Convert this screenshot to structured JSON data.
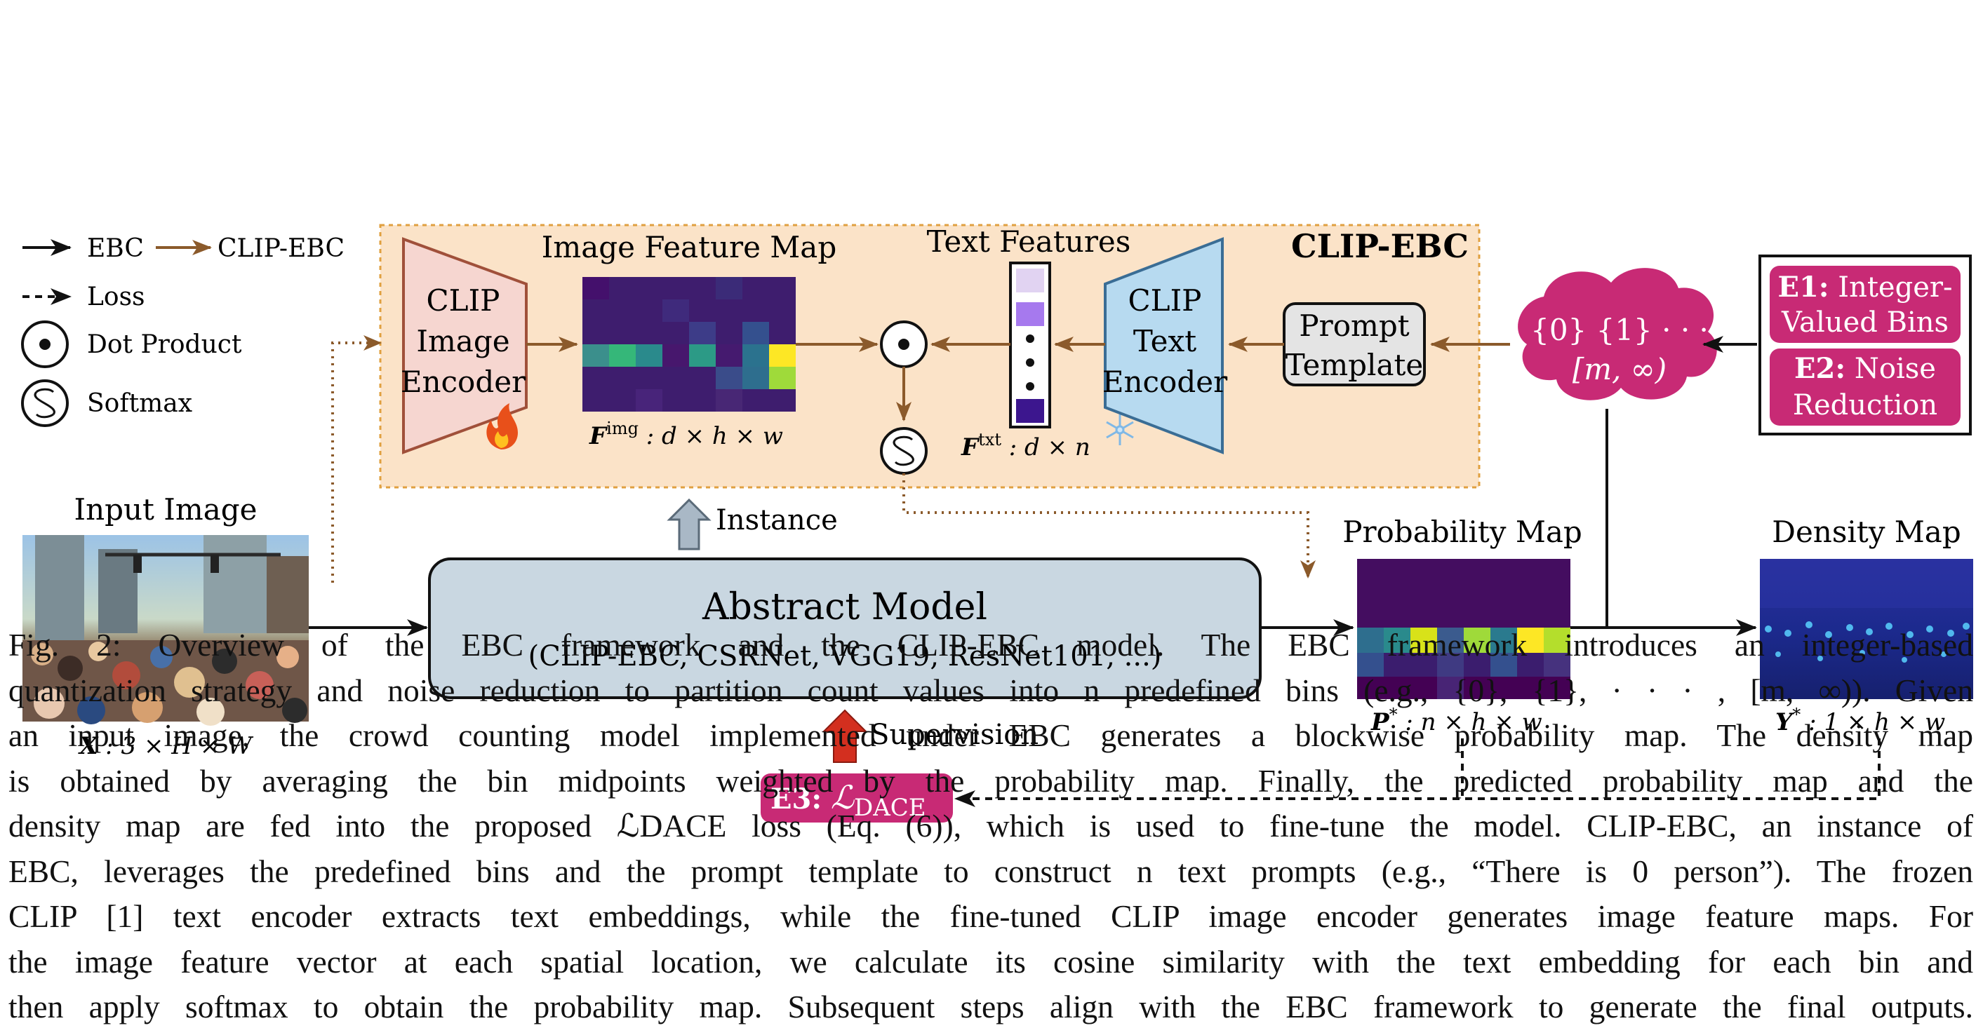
{
  "legend": {
    "ebc": "EBC",
    "clip_ebc": "CLIP-EBC",
    "loss": "Loss",
    "dot_product": "Dot Product",
    "softmax": "Softmax"
  },
  "clip_ebc_panel": {
    "title": "CLIP-EBC",
    "image_encoder": [
      "CLIP",
      "Image",
      "Encoder"
    ],
    "image_feature_map_label": "Image Feature Map",
    "image_feature_formula": "F^img : d × h × w",
    "text_features_label": "Text Features",
    "text_feature_formula": "F^txt : d × n",
    "text_encoder": [
      "CLIP",
      "Text",
      "Encoder"
    ],
    "prompt_template": [
      "Prompt",
      "Template"
    ],
    "fire_icon": "fire-icon",
    "snowflake_icon": "snowflake-icon"
  },
  "bins_cloud": [
    "{0} {1} · · ·",
    "[m, ∞)"
  ],
  "enhancements": {
    "e1": {
      "tag": "E1:",
      "text": [
        "Integer-",
        "Valued Bins"
      ]
    },
    "e2": {
      "tag": "E2:",
      "text": [
        "Noise",
        "Reduction"
      ]
    },
    "e3": {
      "tag": "E3:",
      "loss": "ℒ",
      "sub": "DACE"
    }
  },
  "input_image": {
    "label": "Input Image",
    "formula": "X : 3 × H × W"
  },
  "abstract_model": {
    "title": "Abstract Model",
    "subtitle": "(CLIP-EBC, CSRNet, VGG19, ResNet101, ...)"
  },
  "arrows": {
    "instance": "Instance",
    "supervision": "Supervision"
  },
  "probability_map": {
    "label": "Probability Map",
    "formula": "P* : n × h × w"
  },
  "density_map": {
    "label": "Density Map",
    "formula": "Y* : 1 × h × w"
  },
  "colors": {
    "ebc_arrow": "#111111",
    "clip_arrow": "#8b5a2b",
    "panel_fill": "#fbe3c8",
    "panel_border": "#e0a040",
    "image_encoder": "#f6d6d0",
    "text_encoder": "#b7daf0",
    "abstract_model": "#c9d7e1",
    "magenta": "#c82a75",
    "red_arrow": "#d32f1f",
    "grey_arrow": "#a9b8c6"
  },
  "caption": {
    "lines": [
      "Fig. 2: Overview of the EBC framework and the CLIP-EBC model. The EBC framework introduces an integer-based",
      "quantization strategy and noise reduction to partition count values into n predefined bins (e.g., {0}, {1}, · · · , [m, ∞)). Given",
      "an input image, the crowd counting model implemented under EBC generates a blockwise probability map. The density map",
      "is obtained by averaging the bin midpoints weighted by the probability map. Finally, the predicted probability map and the",
      "density map are fed into the proposed ℒDACE loss (Eq. (6)), which is used to fine-tune the model. CLIP-EBC, an instance of",
      "EBC, leverages the predefined bins and the prompt template to construct n text prompts (e.g., “There is 0 person”). The frozen",
      "CLIP [1] text encoder extracts text embeddings, while the fine-tuned CLIP image encoder generates image feature maps. For",
      "the image feature vector at each spatial location, we calculate its cosine similarity with the text embedding for each bin and",
      "then apply softmax to obtain the probability map. Subsequent steps align with the EBC framework to generate the final outputs."
    ]
  }
}
